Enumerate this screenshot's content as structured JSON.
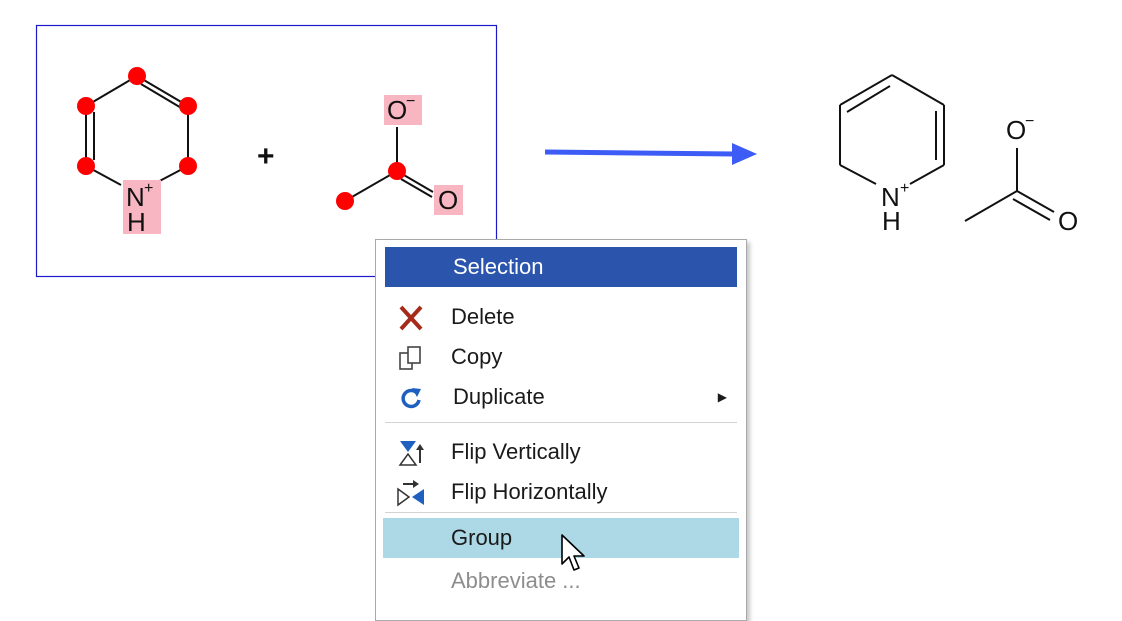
{
  "canvas": {
    "plus_sign": "+",
    "reactant_pyridinium": {
      "n_label": "N",
      "n_charge": "+",
      "h_label": "H"
    },
    "reactant_acetate": {
      "o_minus_label": "O",
      "o_minus_charge": "−",
      "o_label": "O"
    },
    "product_pyridinium": {
      "n_label": "N",
      "n_charge": "+",
      "h_label": "H"
    },
    "product_acetate": {
      "o_minus_label": "O",
      "o_minus_charge": "−",
      "o_label": "O"
    },
    "colors": {
      "selection_box": "#1a1acc",
      "selected_atom": "#ff0000",
      "selected_heteroatom_bg": "#f7b6c1",
      "reaction_arrow": "#3d5cf5"
    }
  },
  "context_menu": {
    "header": "Selection",
    "items": [
      {
        "label": "Delete",
        "icon": "delete-x-icon"
      },
      {
        "label": "Copy",
        "icon": "copy-icon"
      },
      {
        "label": "Duplicate",
        "icon": "duplicate-rotate-icon",
        "has_submenu": true
      },
      {
        "label": "Flip Vertically",
        "icon": "flip-vertical-icon"
      },
      {
        "label": "Flip Horizontally",
        "icon": "flip-horizontal-icon"
      },
      {
        "label": "Group",
        "highlighted": true
      },
      {
        "label": "Abbreviate ...",
        "disabled": true
      }
    ],
    "colors": {
      "header_bg": "#2b55ad",
      "highlight_bg": "#add8e6"
    }
  }
}
